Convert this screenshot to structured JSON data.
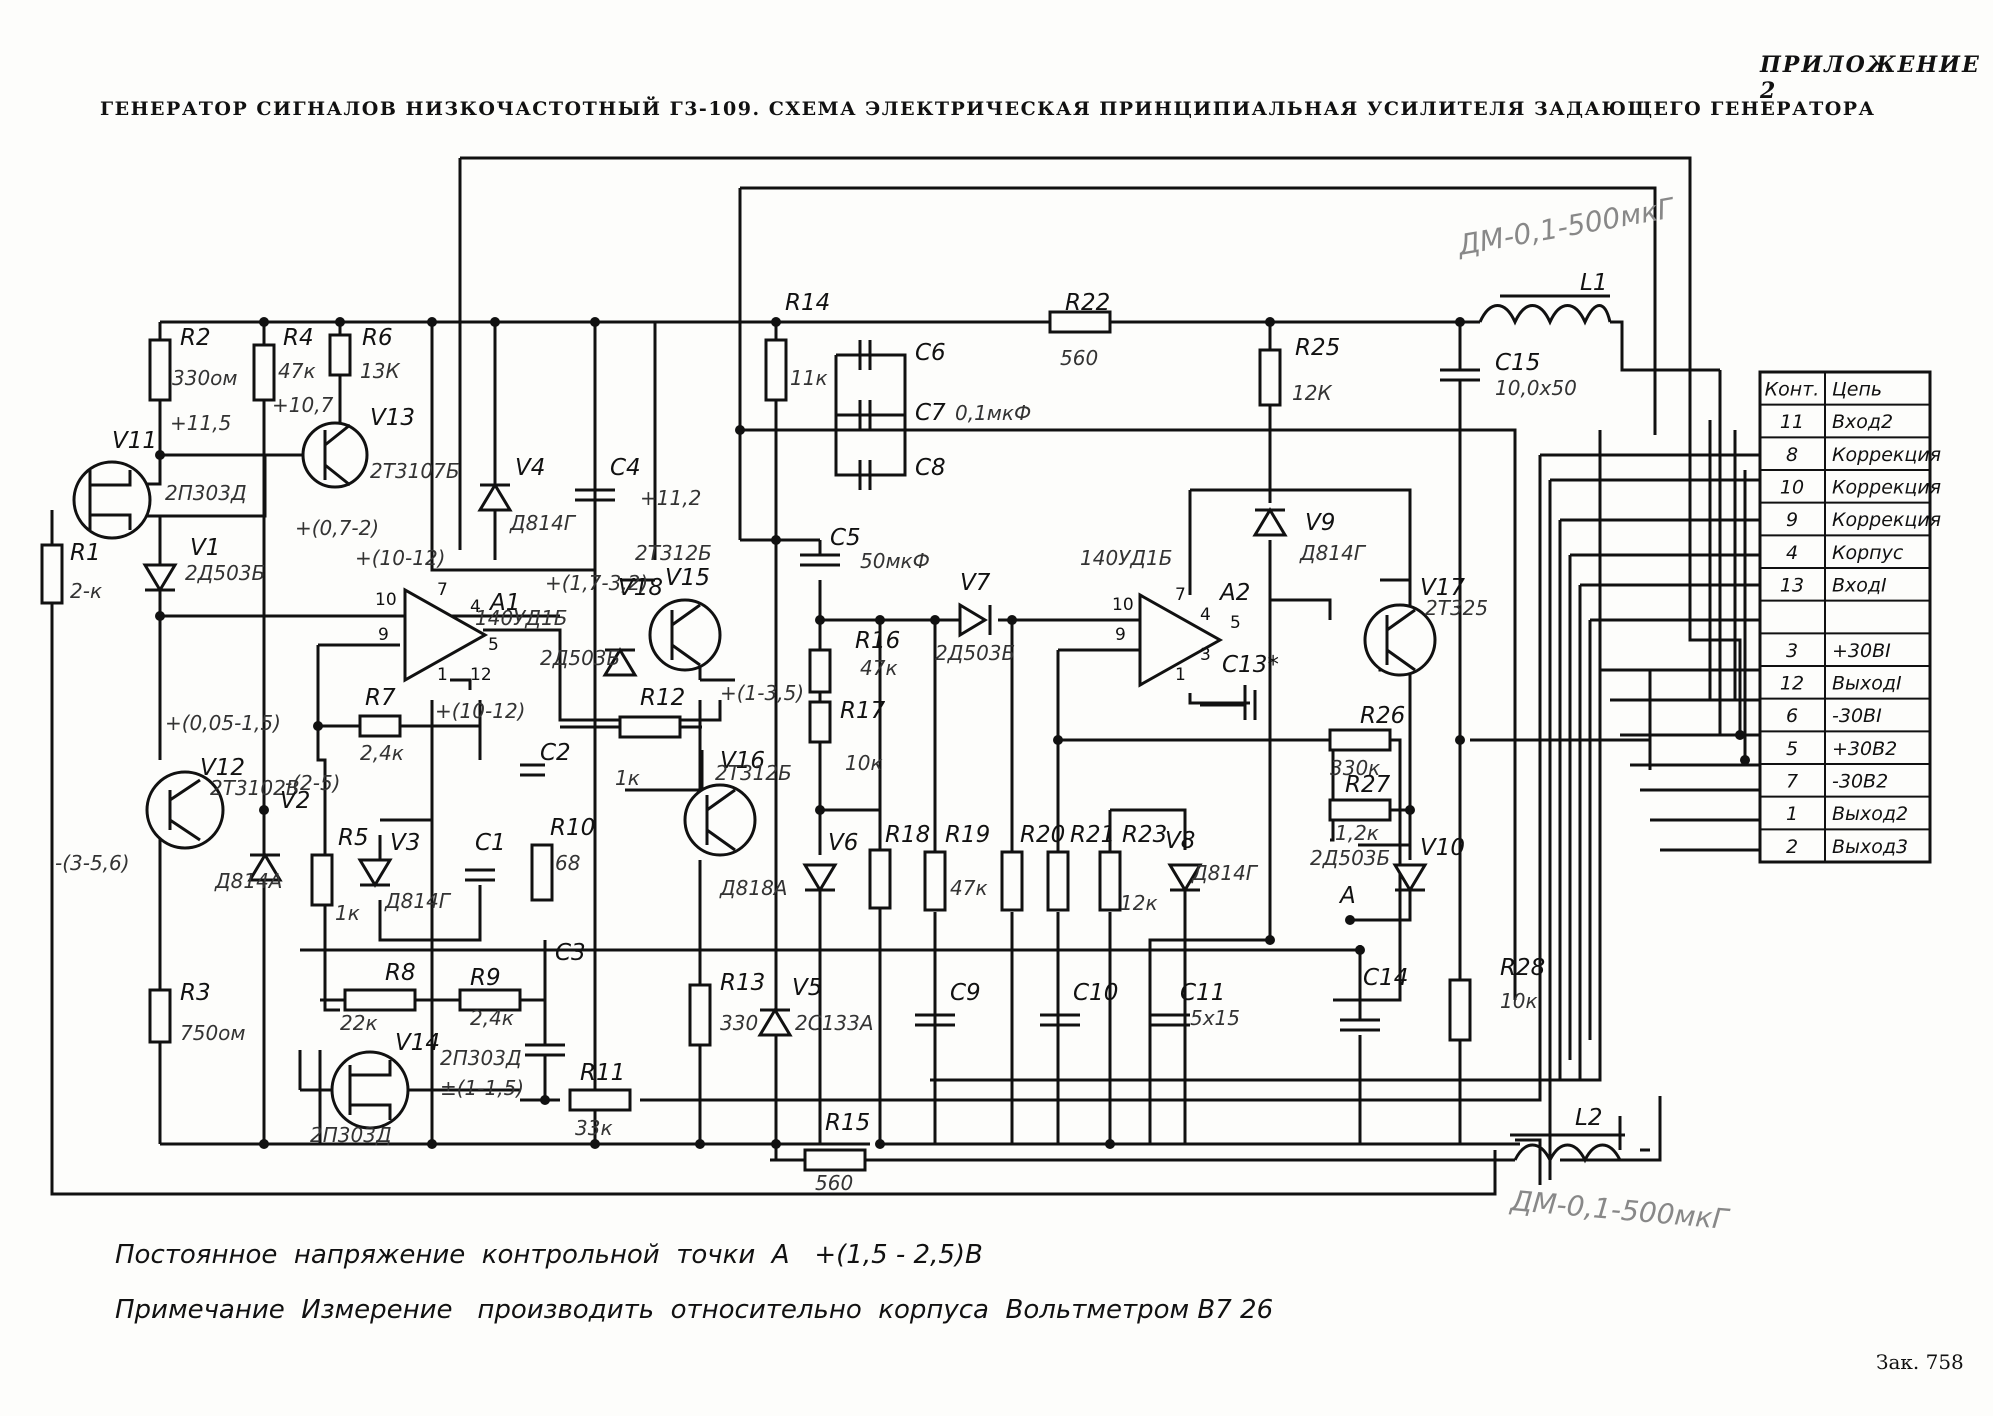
{
  "header": {
    "appendix": "ПРИЛОЖЕНИЕ 2",
    "title": "ГЕНЕРАТОР СИГНАЛОВ НИЗКОЧАСТОТНЫЙ Г3-109.   СХЕМА ЭЛЕКТРИЧЕСКАЯ ПРИНЦИПИАЛЬНАЯ   УСИЛИТЕЛЯ ЗАДАЮЩЕГО ГЕНЕРАТОРА"
  },
  "notes": {
    "line1": "Постоянное  напряжение  контрольной  точки  А   +(1,5 - 2,5)В",
    "line2": "Примечание  Измерение   производить  относительно  корпуса  Вольтметром В7 26"
  },
  "footer": {
    "order": "Зак. 758"
  },
  "connector_table": {
    "header": [
      "Конт.",
      "Цепь"
    ],
    "rows": [
      [
        "11",
        "Вход2"
      ],
      [
        "8",
        "Коррекция"
      ],
      [
        "10",
        "Коррекция"
      ],
      [
        "9",
        "Коррекция"
      ],
      [
        "4",
        "Корпус"
      ],
      [
        "13",
        "ВходI"
      ],
      [
        "",
        ""
      ],
      [
        "3",
        "+30ВI"
      ],
      [
        "12",
        "ВыходI"
      ],
      [
        "6",
        "-30ВI"
      ],
      [
        "5",
        "+30В2"
      ],
      [
        "7",
        "-30В2"
      ],
      [
        "1",
        "Выход2"
      ],
      [
        "2",
        "Выход3"
      ]
    ]
  },
  "components": {
    "R1": "R1",
    "R1v": "2-к",
    "R2": "R2",
    "R2v": "330ом",
    "R3": "R3",
    "R3v": "750ом",
    "R4": "R4",
    "R4v": "47к",
    "R5": "R5",
    "R5v": "1к",
    "R6": "R6",
    "R6v": "13К",
    "R7": "R7",
    "R7v": "2,4к",
    "R8": "R8",
    "R8v": "22к",
    "R9": "R9",
    "R9v": "2,4к",
    "R10": "R10",
    "R10v": "68",
    "R11": "R11",
    "R11v": "33к",
    "R12": "R12",
    "R12v": "1к",
    "R13": "R13",
    "R13v": "330",
    "R14": "R14",
    "R14v": "11к",
    "R15": "R15",
    "R15v": "560",
    "R16": "R16",
    "R16v": "47к",
    "R17": "R17",
    "R17v": "10к",
    "R18": "R18",
    "R19": "R19",
    "R19v": "47к",
    "R20": "R20",
    "R21": "R21",
    "R22": "R22",
    "R22v": "560",
    "R23": "R23",
    "R23v": "12к",
    "R25": "R25",
    "R25v": "12К",
    "R26": "R26",
    "R26v": "330к",
    "R27": "R27",
    "R27v": "1,2к",
    "R28": "R28",
    "R28v": "10к",
    "C1": "C1",
    "C2": "C2",
    "C3": "C3",
    "C4": "C4",
    "C5": "C5",
    "C5v": "50мкФ",
    "C6": "C6",
    "C7": "C7",
    "C7v": "0,1мкФ",
    "C8": "C8",
    "C9": "C9",
    "C10": "C10",
    "C11": "C11",
    "C11v": "5х15",
    "C13": "C13*",
    "C14": "C14",
    "C15": "C15",
    "C15v": "10,0х50",
    "V1": "V1",
    "V1v": "2Д503Б",
    "V2": "V2",
    "V2v": "Д814А",
    "V3": "V3",
    "V3v": "Д814Г",
    "V4": "V4",
    "V4v": "Д814Г",
    "V5": "V5",
    "V5v": "2С133А",
    "V6": "V6",
    "V6v": "Д818А",
    "V7": "V7",
    "V7v": "2Д503Б",
    "V8": "V8",
    "V8v": "Д814Г",
    "V9": "V9",
    "V9v": "Д814Г",
    "V10": "V10",
    "V10v": "2Д503Б",
    "V11": "V11",
    "V11v": "2П303Д",
    "V12": "V12",
    "V12v": "2Т3102В",
    "V13": "V13",
    "V13v": "2Т3107Б",
    "V14": "V14",
    "V14v": "2П303Д",
    "V15": "V15",
    "V15v": "2Т312Б",
    "V16": "V16",
    "V16v": "2Т312Б",
    "V17": "V17",
    "V17v": "2Т325",
    "V18": "V18",
    "V18v": "2Д503Б",
    "A1": "А1",
    "A1v": "140УД1Б",
    "A2": "А2",
    "A2v": "140УД1Б",
    "L1": "L1",
    "L1v": "ДМ-0,1-500мкГ",
    "L2": "L2",
    "L2v": "ДМ-0,1-500мкГ",
    "A_point": "А"
  },
  "voltages": {
    "v1": "+11,5",
    "v2": "+10,7",
    "v3": "+(0,7-2)",
    "v4": "+(10-12)",
    "v5": "+11,2",
    "v6": "+(1,7-3,2)",
    "v7": "+(1-3,5)",
    "v8": "+(10-12)",
    "v9": "+(0,05-1,5)",
    "v10": "-(2-5)",
    "v11": "-(3-5,6)",
    "v12": "±(1-1,5)"
  }
}
